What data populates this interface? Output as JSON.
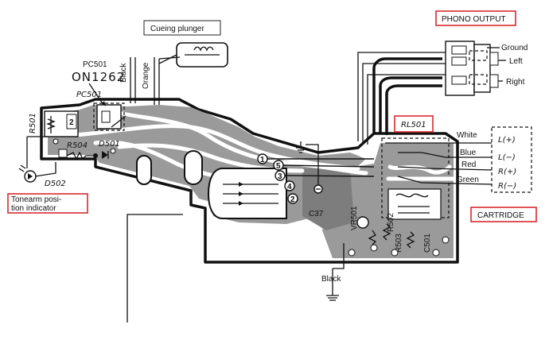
{
  "labels": {
    "cueing_plunger": "Cueing plunger",
    "phono_output": "PHONO OUTPUT",
    "ground": "Ground",
    "left": "Left",
    "right": "Right",
    "pc501_top": "PC501",
    "on1262": "ON1262",
    "pc501_board": "PC501",
    "black_top": "Black",
    "orange": "Orange",
    "r501": "R501",
    "r504": "R504",
    "d501": "D501",
    "d502": "D502",
    "tonearm": "Tonearm posi-\ntion indicator",
    "tonearm_line1": "Tonearm posi-",
    "tonearm_line2": "tion indicator",
    "rl501": "RL501",
    "white": "White",
    "blue": "Blue",
    "red": "Red",
    "green": "Green",
    "l_plus": "L(+)",
    "l_minus": "L(−)",
    "r_plus": "R(+)",
    "r_minus": "R(−)",
    "cartridge": "CARTRIDGE",
    "black_bottom": "Black",
    "vr501": "VR501",
    "r502": "R502",
    "r503": "R503",
    "c501": "C501",
    "c37": "C37",
    "n1": "1",
    "n2": "2",
    "n3": "3",
    "n4": "4",
    "n5": "5"
  },
  "colors": {
    "callout_border": "#d9282f",
    "board_fill": "#9a9a9a",
    "ink": "#111111"
  }
}
